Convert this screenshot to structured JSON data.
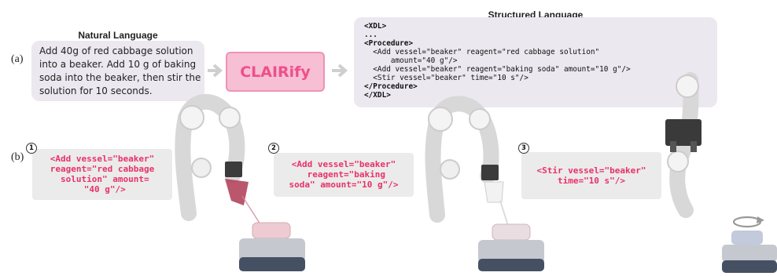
{
  "row_labels": {
    "a": "(a)",
    "b": "(b)"
  },
  "natural_language": {
    "heading": "Natural Language",
    "lines": [
      "Add 40g of red cabbage solution",
      "into  a beaker. Add 10 g of baking",
      "soda into the beaker, then stir the",
      "solution for 10 seconds."
    ]
  },
  "clairify": {
    "label": "CLAIRify"
  },
  "structured_language": {
    "heading": "Structured Language",
    "lines": [
      {
        "text": "<XDL>",
        "bold": true
      },
      {
        "text": "...",
        "bold": true
      },
      {
        "text": "<Procedure>",
        "bold": true
      },
      {
        "text": "  <Add vessel=\"beaker\" reagent=\"red cabbage solution\"",
        "bold": false
      },
      {
        "text": "      amount=\"40 g\"/>",
        "bold": false
      },
      {
        "text": "  <Add vessel=\"beaker\" reagent=\"baking soda\" amount=\"10 g\"/>",
        "bold": false
      },
      {
        "text": "  <Stir vessel=\"beaker\" time=\"10 s\"/>",
        "bold": false
      },
      {
        "text": "</Procedure>",
        "bold": true
      },
      {
        "text": "</XDL>",
        "bold": true
      }
    ]
  },
  "steps": [
    {
      "number": "1",
      "code": "<Add vessel=\"beaker\"\nreagent=\"red cabbage\n solution\" amount=\n \"40 g\"/>"
    },
    {
      "number": "2",
      "code": "<Add vessel=\"beaker\"\n reagent=\"baking\nsoda\" amount=\"10 g\"/>"
    },
    {
      "number": "3",
      "code": "<Stir vessel=\"beaker\"\ntime=\"10 s\"/>"
    }
  ],
  "colors": {
    "panel_bg": "#ece8ef",
    "clairify_fill": "#f7bfd3",
    "clairify_text": "#ee4f8b",
    "code_pink": "#e8316a",
    "arrow_gray": "#cfcfcf"
  }
}
